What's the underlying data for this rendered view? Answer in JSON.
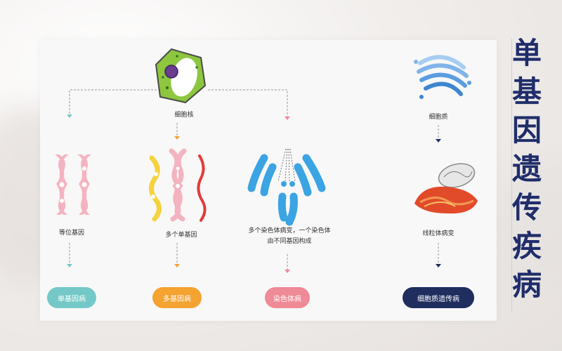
{
  "title_chars": [
    "单",
    "基",
    "因",
    "遗",
    "传",
    "疾",
    "病"
  ],
  "nodes": {
    "nucleus": "细胞核",
    "cytoplasm": "细胞质",
    "allele": "等位基因",
    "multi_gene": "多个单基因",
    "chromosome_line1": "多个染色体病变，一个染色体",
    "chromosome_line2": "由不同基因构成",
    "mito": "线粒体病变"
  },
  "outcomes": {
    "single_gene": "单基因病",
    "polygenic": "多基因病",
    "chromosomal": "染色体病",
    "cytoplasmic": "细胞质遗传病"
  },
  "colors": {
    "teal": "#74c9c8",
    "orange": "#f4a230",
    "pink": "#ef8a97",
    "navy": "#1f2d5f",
    "blue": "#3b9be0",
    "title": "#1f2d6a"
  }
}
